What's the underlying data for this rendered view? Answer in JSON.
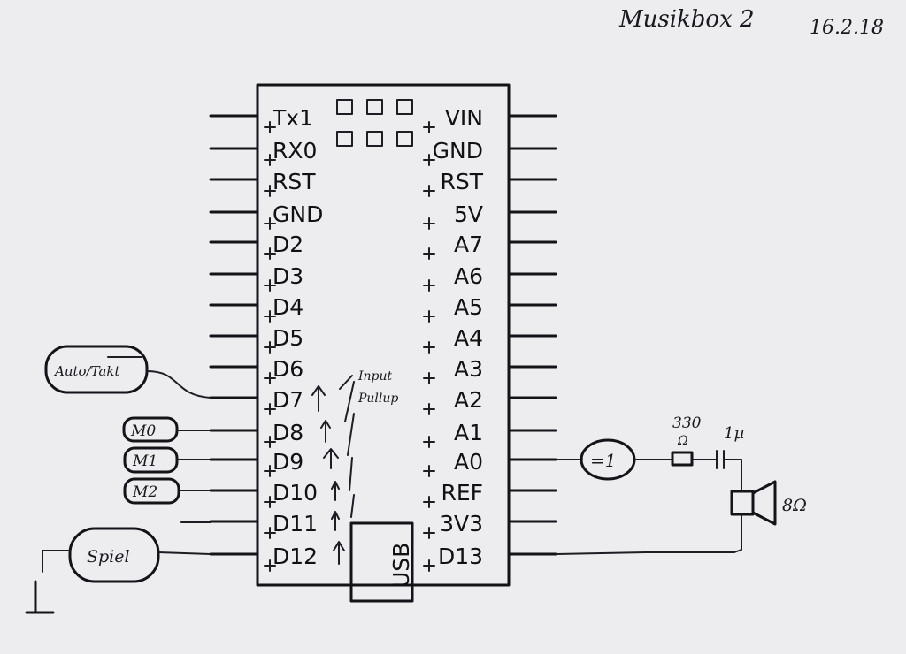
{
  "header": {
    "title": "Musikbox 2",
    "date": "16.2.18"
  },
  "board": {
    "left_pins": [
      "Tx1",
      "RX0",
      "RST",
      "GND",
      "D2",
      "D3",
      "D4",
      "D5",
      "D6",
      "D7",
      "D8",
      "D9",
      "D10",
      "D11",
      "D12"
    ],
    "right_pins": [
      "VIN",
      "GND",
      "RST",
      "5V",
      "A7",
      "A6",
      "A5",
      "A4",
      "A3",
      "A2",
      "A1",
      "A0",
      "REF",
      "3V3",
      "D13"
    ],
    "usb_label": "USB"
  },
  "annotations": {
    "input_pullup_line1": "Input",
    "input_pullup_line2": "Pullup"
  },
  "inputs": {
    "auto_takt": "Auto/Takt",
    "m0": "M0",
    "m1": "M1",
    "m2": "M2",
    "spiel": "Spiel"
  },
  "output_circuit": {
    "filter": "=1",
    "resistor_value": "330",
    "resistor_unit": "Ω",
    "capacitor_value": "1µ",
    "speaker_value": "8Ω"
  }
}
